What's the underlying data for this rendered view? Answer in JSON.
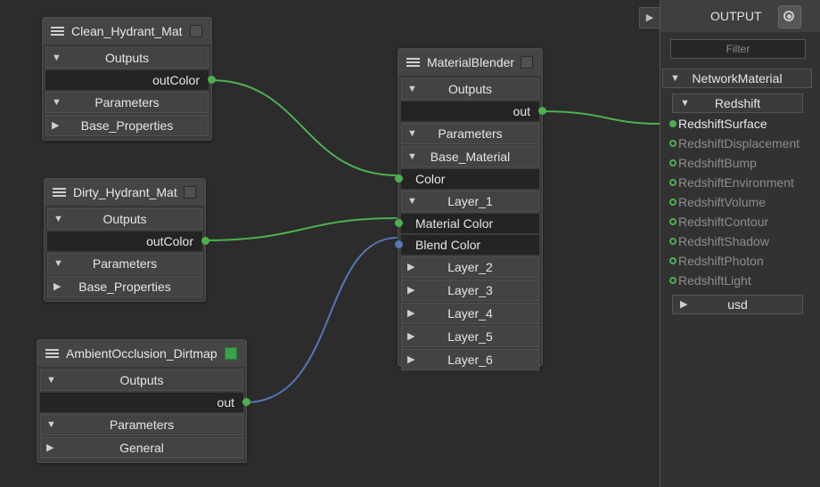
{
  "nodes": {
    "clean": {
      "title": "Clean_Hydrant_Mat",
      "outputs_label": "Outputs",
      "out_port": "outColor",
      "parameters_label": "Parameters",
      "base_properties": "Base_Properties"
    },
    "dirty": {
      "title": "Dirty_Hydrant_Mat",
      "outputs_label": "Outputs",
      "out_port": "outColor",
      "parameters_label": "Parameters",
      "base_properties": "Base_Properties"
    },
    "ambient": {
      "title": "AmbientOcclusion_Dirtmap",
      "outputs_label": "Outputs",
      "out_port": "out",
      "parameters_label": "Parameters",
      "general": "General",
      "status_color": "#3aa24a"
    },
    "blender": {
      "title": "MaterialBlender",
      "outputs_label": "Outputs",
      "out_port": "out",
      "parameters_label": "Parameters",
      "base_material": "Base_Material",
      "color_port": "Color",
      "layer1": "Layer_1",
      "material_color": "Material Color",
      "blend_color": "Blend Color",
      "layers": [
        "Layer_2",
        "Layer_3",
        "Layer_4",
        "Layer_5",
        "Layer_6"
      ]
    }
  },
  "output_panel": {
    "title": "OUTPUT",
    "filter_placeholder": "Filter",
    "network_material": "NetworkMaterial",
    "redshift": "Redshift",
    "usd": "usd",
    "inputs": [
      {
        "label": "RedshiftSurface",
        "connected": true
      },
      {
        "label": "RedshiftDisplacement",
        "connected": false
      },
      {
        "label": "RedshiftBump",
        "connected": false
      },
      {
        "label": "RedshiftEnvironment",
        "connected": false
      },
      {
        "label": "RedshiftVolume",
        "connected": false
      },
      {
        "label": "RedshiftContour",
        "connected": false
      },
      {
        "label": "RedshiftShadow",
        "connected": false
      },
      {
        "label": "RedshiftPhoton",
        "connected": false
      },
      {
        "label": "RedshiftLight",
        "connected": false
      }
    ]
  },
  "colors": {
    "wire_color": "#4cb050",
    "wire_blend": "#5377b8",
    "background": "#2c2c2c"
  }
}
